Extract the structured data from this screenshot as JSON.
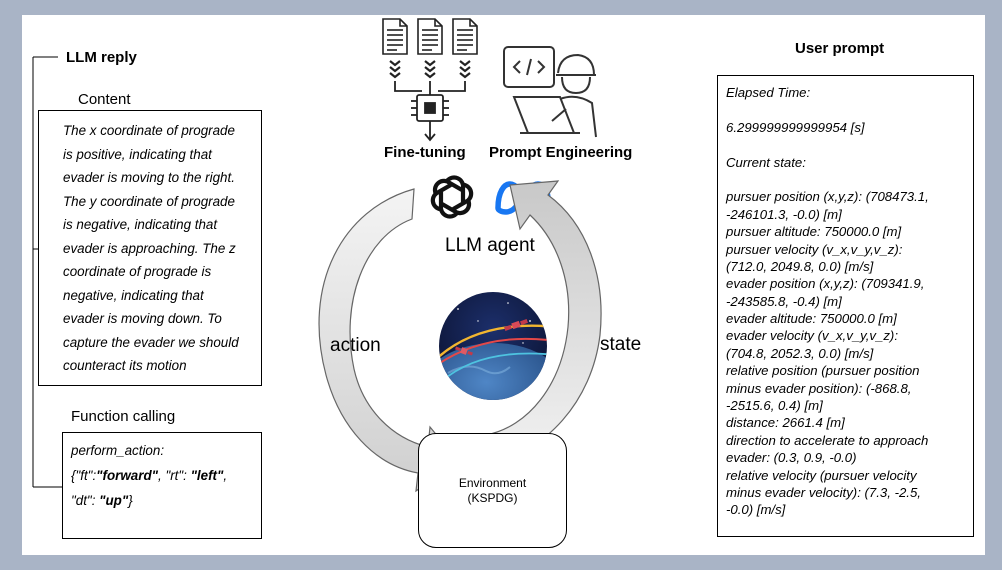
{
  "left": {
    "heading": "LLM reply",
    "content_label": "Content",
    "content_lines": [
      "The x coordinate of prograde",
      "is positive, indicating that",
      "evader is moving to the right.",
      "The y coordinate of prograde",
      "is negative, indicating that",
      "evader is approaching. The z",
      "coordinate of prograde is",
      "negative, indicating that",
      "evader is moving down. To",
      "capture the evader we should",
      "counteract its motion"
    ],
    "function_label": "Function calling",
    "function_call": {
      "name": "perform_action:",
      "k1": "\"ft\"",
      "v1": "\"forward\"",
      "k2": "\"rt\"",
      "v2": "\"left\"",
      "k3": "\"dt\"",
      "v3": "\"up\""
    }
  },
  "center": {
    "fine_tuning_label": "Fine-tuning",
    "prompt_engineering_label": "Prompt Engineering",
    "agent_label": "LLM agent",
    "action_label": "action",
    "state_label": "state",
    "environment_line1": "Environment",
    "environment_line2": "(KSPDG)"
  },
  "right": {
    "heading": "User prompt",
    "elapsed_label": "Elapsed Time:",
    "elapsed_value": "6.299999999999954 [s]",
    "current_state_label": "Current state:",
    "state_lines": [
      "pursuer position (x,y,z): (708473.1,",
      "-246101.3, -0.0) [m]",
      "pursuer altitude: 750000.0 [m]",
      "pursuer velocity (v_x,v_y,v_z):",
      "(712.0, 2049.8, 0.0) [m/s]",
      "evader position (x,y,z): (709341.9,",
      "-243585.8, -0.4) [m]",
      "evader altitude: 750000.0 [m]",
      "evader velocity (v_x,v_y,v_z):",
      "(704.8, 2052.3, 0.0) [m/s]",
      "relative position (pursuer position",
      "minus evader position): (-868.8,",
      "-2515.6, 0.4) [m]",
      "distance: 2661.4 [m]",
      "direction to accelerate to approach",
      "evader: (0.3, 0.9, -0.0)",
      "relative velocity (pursuer velocity",
      "minus evader velocity): (7.3, -2.5,",
      "-0.0) [m/s]"
    ]
  },
  "icons": {
    "documents": "document-icon",
    "chip": "chip-icon",
    "engineer": "engineer-laptop-icon",
    "openai": "openai-logo",
    "meta": "meta-logo",
    "space": "space-illustration"
  }
}
